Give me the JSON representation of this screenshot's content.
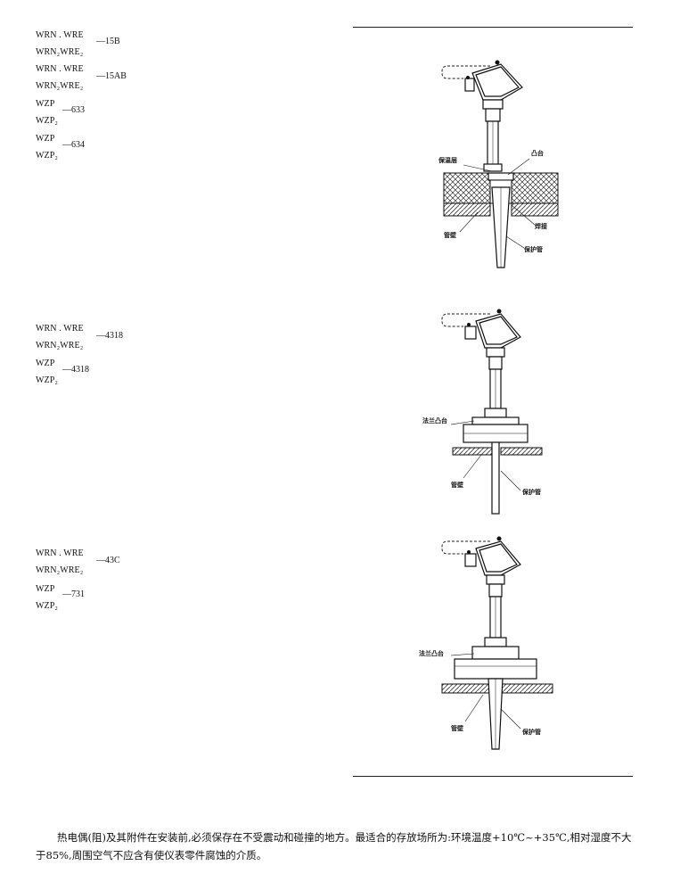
{
  "groups": [
    {
      "rows": [
        {
          "top": "WRN . WRE",
          "bottom": "WRN₂WRE₂",
          "suffix": "—15B"
        },
        {
          "top": "WRN . WRE",
          "bottom": "WRN₂WRE₂",
          "suffix": "—15AB"
        },
        {
          "top": "WZP",
          "bottom": "WZP₂",
          "suffix": "—633"
        },
        {
          "top": "WZP",
          "bottom": "WZP₂",
          "suffix": "—634"
        }
      ]
    },
    {
      "rows": [
        {
          "top": "WRN . WRE",
          "bottom": "WRN₂WRE₂",
          "suffix": "—4318"
        },
        {
          "top": "WZP",
          "bottom": "WZP₂",
          "suffix": "—4318"
        }
      ]
    },
    {
      "rows": [
        {
          "top": "WRN . WRE",
          "bottom": "WRN₂WRE₂",
          "suffix": "—43C"
        },
        {
          "top": "WZP",
          "bottom": "WZP₂",
          "suffix": "—731"
        }
      ]
    }
  ],
  "diagram1": {
    "insulation": "保温层",
    "boss": "凸台",
    "weld": "焊接",
    "pipe_wall": "管壁",
    "protection_tube": "保护管"
  },
  "diagram2": {
    "flange_boss": "法兰凸台",
    "pipe_wall": "管壁",
    "protection_tube": "保护管"
  },
  "diagram3": {
    "flange_boss": "法兰凸台",
    "pipe_wall": "管壁",
    "protection_tube": "保护管"
  },
  "note": "热电偶(阻)及其附件在安装前,必须保存在不受震动和碰撞的地方。最适合的存放场所为:环境温度+10℃~+35℃,相对湿度不大于85%,周围空气不应含有使仪表零件腐蚀的介质。"
}
